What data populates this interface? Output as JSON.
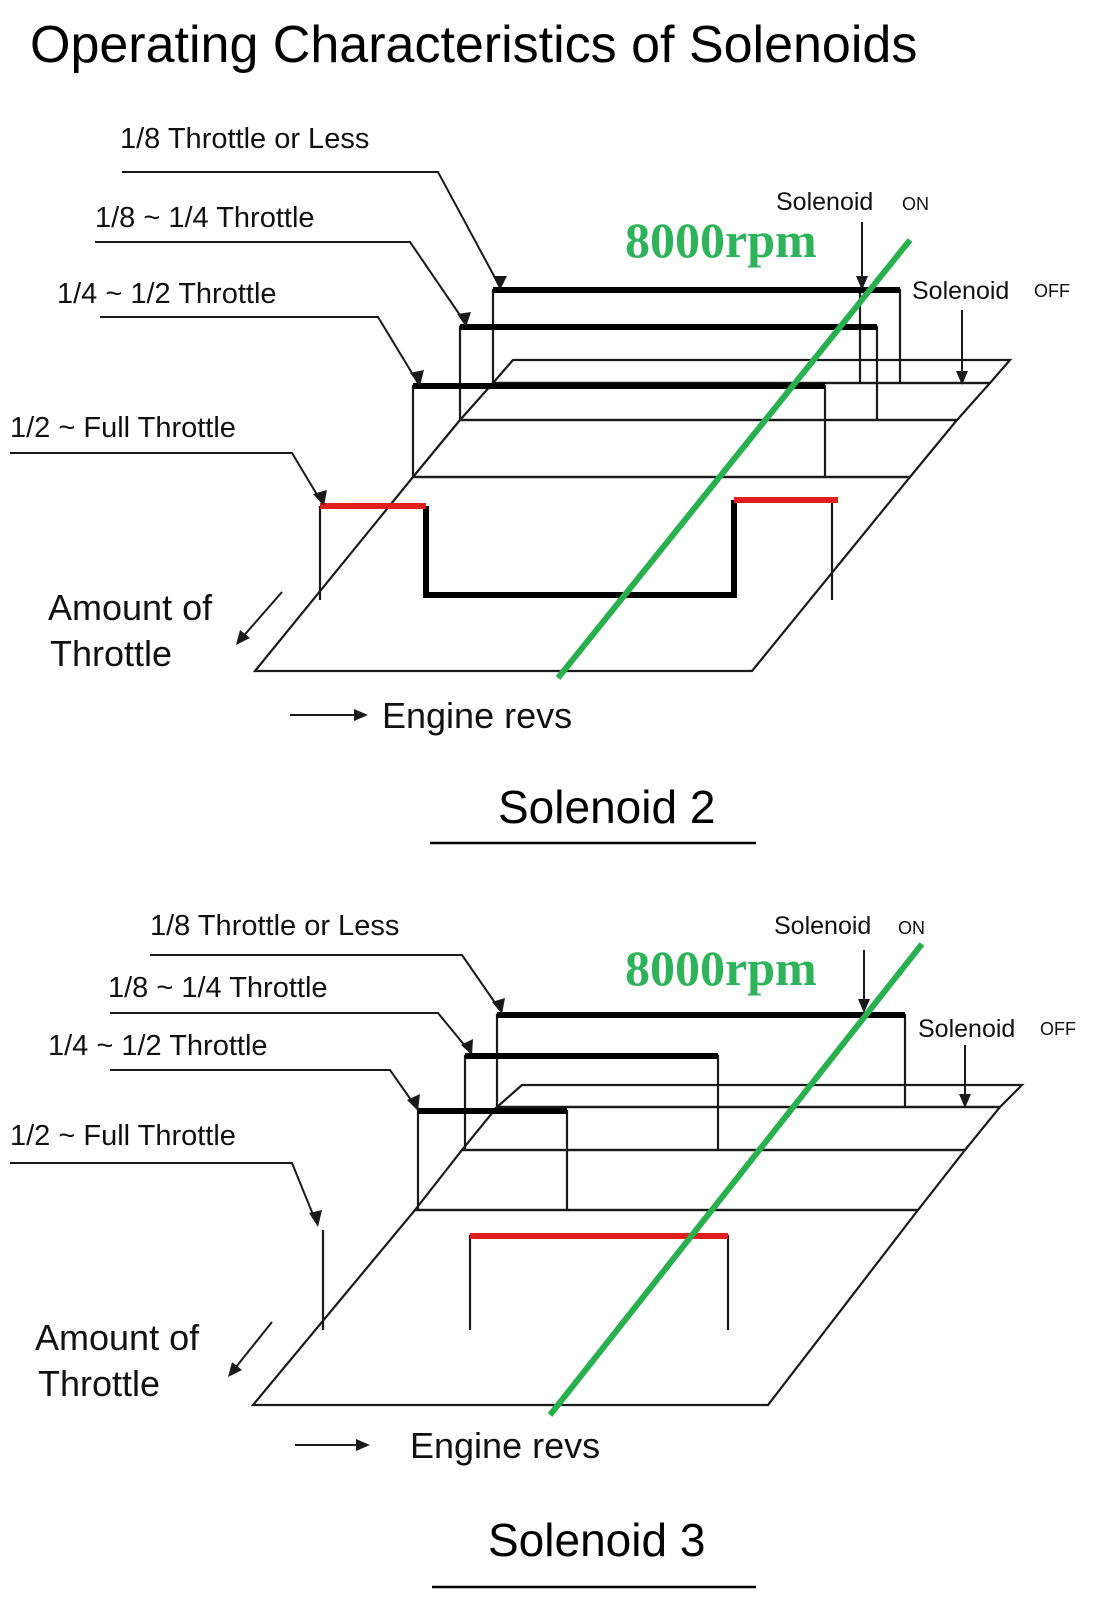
{
  "title": "Operating Characteristics of Solenoids",
  "panels": [
    {
      "name": "Solenoid 2",
      "labels": {
        "throttle_1": "1/8 Throttle or Less",
        "throttle_2": "1/8 ~ 1/4 Throttle",
        "throttle_3": "1/4 ~ 1/2 Throttle",
        "throttle_4": "1/2 ~ Full Throttle",
        "amount_line1": "Amount of",
        "amount_line2": "Throttle",
        "engine_revs": "Engine revs",
        "rpm": "8000rpm",
        "solenoid_on": "Solenoid",
        "on": "ON",
        "solenoid_off": "Solenoid",
        "off": "OFF"
      }
    },
    {
      "name": "Solenoid 3",
      "labels": {
        "throttle_1": "1/8 Throttle or Less",
        "throttle_2": "1/8 ~ 1/4 Throttle",
        "throttle_3": "1/4 ~ 1/2 Throttle",
        "throttle_4": "1/2 ~ Full Throttle",
        "amount_line1": "Amount of",
        "amount_line2": "Throttle",
        "engine_revs": "Engine revs",
        "rpm": "8000rpm",
        "solenoid_on": "Solenoid",
        "on": "ON",
        "solenoid_off": "Solenoid",
        "off": "OFF"
      }
    }
  ],
  "colors": {
    "rpm_line": "#28b04f",
    "highlight": "#e01e1e",
    "line": "#000000"
  }
}
